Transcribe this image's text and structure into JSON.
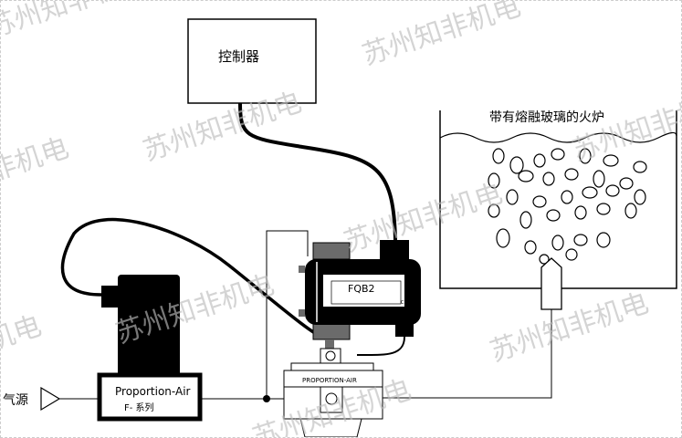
{
  "labels": {
    "controller": "控制器",
    "furnace": "带有熔融玻璃的火炉",
    "gas_source": "气源",
    "flow_meter_brand": "Proportion-Air",
    "flow_meter_series": "F- 系列",
    "regulator_model": "FQB2",
    "regulator_mark": "C E",
    "valve_brand": "PROPORTION-AIR"
  },
  "watermark": "苏州知非机电",
  "colors": {
    "line": "#000000",
    "watermark": "#bdbdbd",
    "gray_part": "#6b6b6b"
  }
}
